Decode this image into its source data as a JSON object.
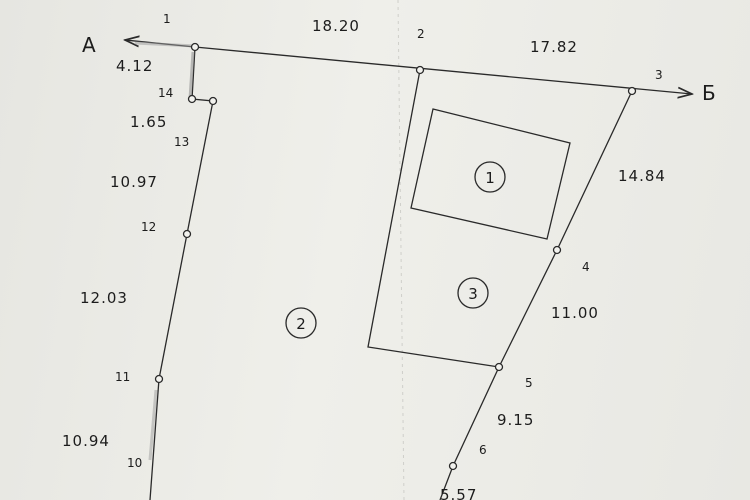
{
  "directions": {
    "left": "А",
    "right": "Б"
  },
  "points": [
    {
      "id": "1",
      "label": "1"
    },
    {
      "id": "2",
      "label": "2"
    },
    {
      "id": "3",
      "label": "3"
    },
    {
      "id": "4",
      "label": "4"
    },
    {
      "id": "5",
      "label": "5"
    },
    {
      "id": "6",
      "label": "6"
    },
    {
      "id": "10",
      "label": "10"
    },
    {
      "id": "11",
      "label": "11"
    },
    {
      "id": "12",
      "label": "12"
    },
    {
      "id": "13",
      "label": "13"
    },
    {
      "id": "14",
      "label": "14"
    }
  ],
  "distances": {
    "d_1_2": "18.20",
    "d_2_3": "17.82",
    "d_3_4": "14.84",
    "d_4_5": "11.00",
    "d_5_6": "9.15",
    "d_6_7": "5.57",
    "d_1_14": "4.12",
    "d_14_13": "1.65",
    "d_13_12": "10.97",
    "d_12_11": "12.03",
    "d_11_10": "10.94"
  },
  "parcels": {
    "p1": "1",
    "p2": "2",
    "p3": "3"
  }
}
